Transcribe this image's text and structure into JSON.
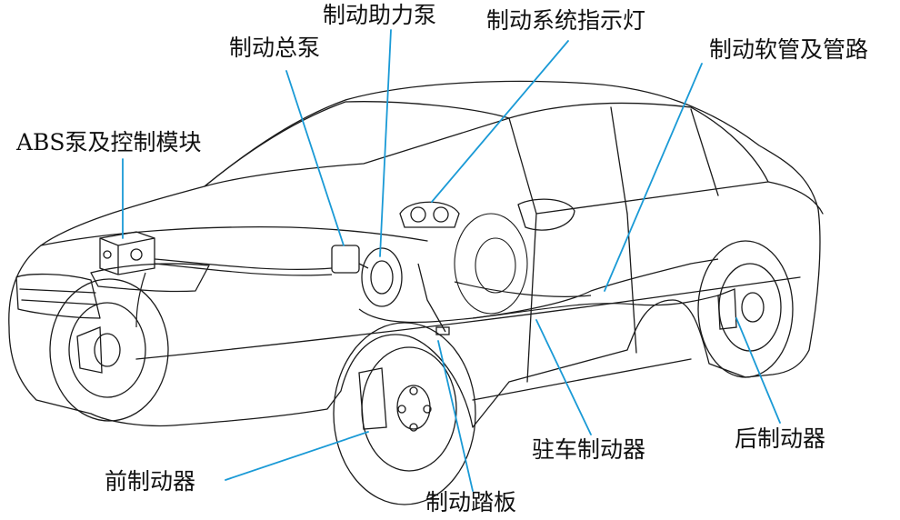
{
  "labels": {
    "abs": "ABS泵及控制模块",
    "master_cylinder": "制动总泵",
    "booster": "制动助力泵",
    "warning_light": "制动系统指示灯",
    "hoses_lines": "制动软管及管路",
    "front_brake": "前制动器",
    "pedal": "制动踏板",
    "parking_brake": "驻车制动器",
    "rear_brake": "后制动器"
  },
  "colors": {
    "leader": "#1a9ad6",
    "line": "#1a1a1a"
  }
}
